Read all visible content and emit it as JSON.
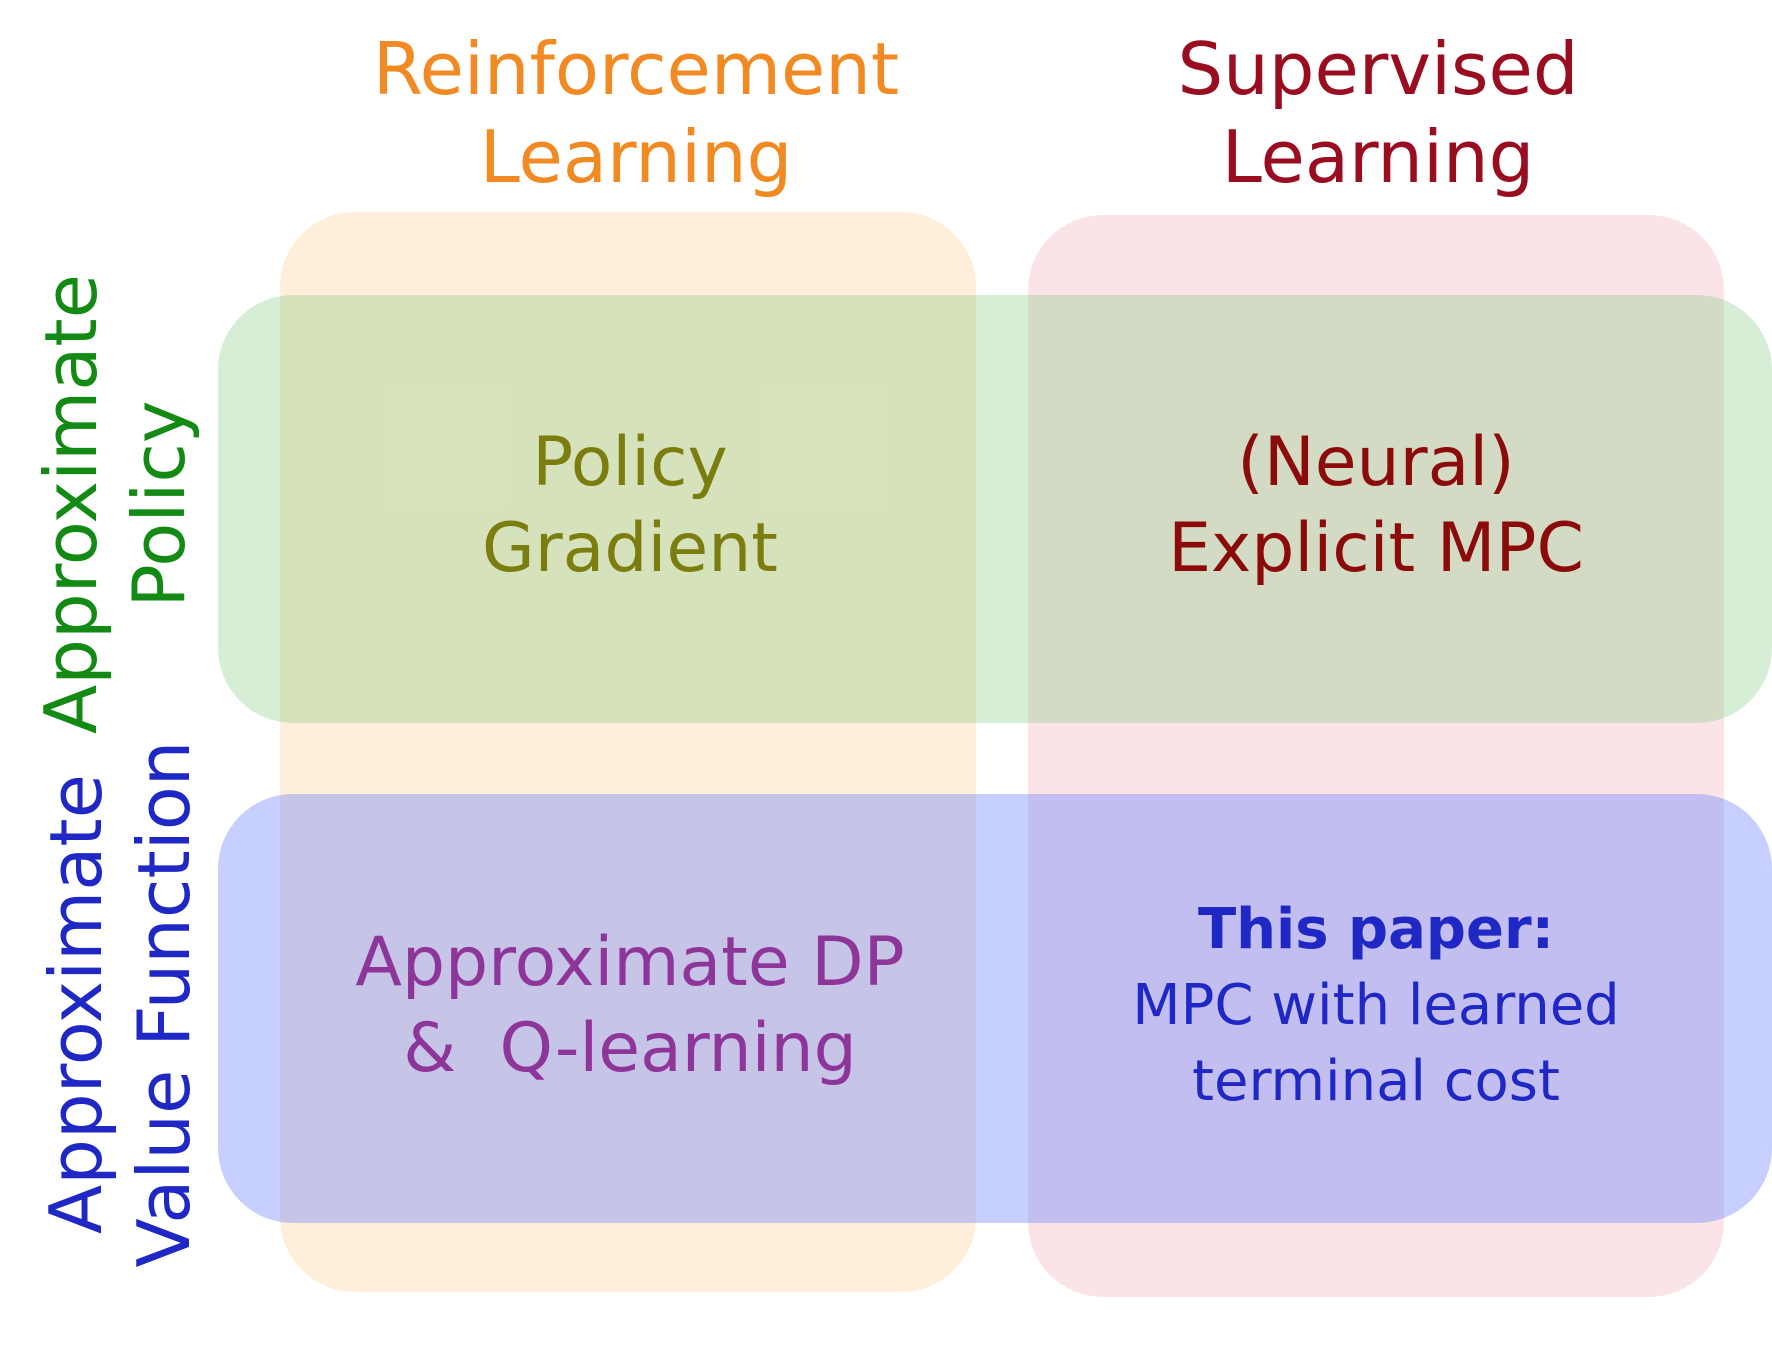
{
  "columns": {
    "rl": {
      "line1": "Reinforcement",
      "line2": "Learning",
      "color": "#f28a23"
    },
    "sl": {
      "line1": "Supervised",
      "line2": "Learning",
      "color": "#9a0d20"
    }
  },
  "rows": {
    "policy": {
      "line1": "Approximate",
      "line2": "Policy",
      "color": "#138a13"
    },
    "value": {
      "line1": "Approximate",
      "line2": "Value Function",
      "color": "#1f27c4"
    }
  },
  "cells": {
    "policy_gradient": {
      "line1": "Policy",
      "line2": "Gradient",
      "color": "#7b7d0e"
    },
    "explicit_mpc": {
      "line1": "(Neural)",
      "line2": "Explicit MPC",
      "color": "#8b0a0a"
    },
    "approx_dp": {
      "line1": "Approximate DP",
      "line2": "&  Q-learning",
      "color": "#8e3599"
    },
    "this_paper": {
      "heading": "This paper:",
      "line1": "MPC with learned",
      "line2": "terminal cost",
      "color": "#1f27c4"
    }
  }
}
